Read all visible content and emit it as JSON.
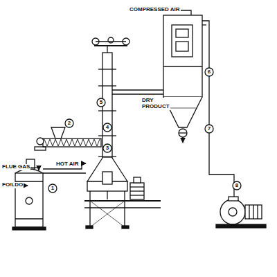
{
  "diagram": {
    "labels": [
      "FLUE GAS",
      "FO/LDO",
      "HOT AIR",
      "COMPRESSED AIR",
      "DRY PRODUCT",
      "1",
      "2",
      "3",
      "4",
      "5",
      "6",
      "7",
      "8"
    ]
  }
}
